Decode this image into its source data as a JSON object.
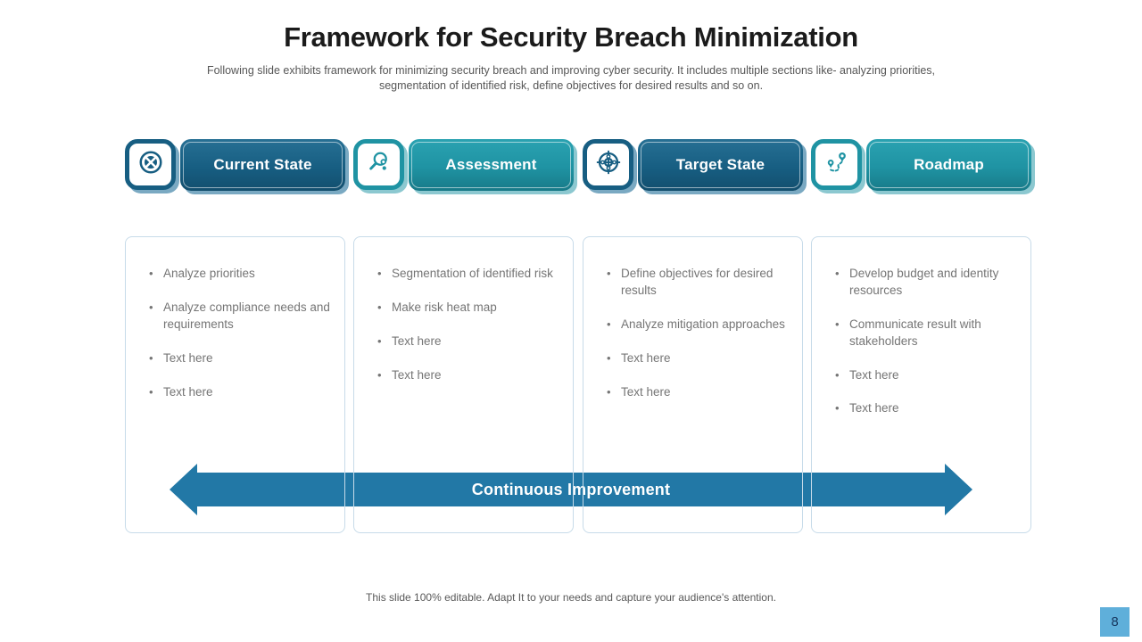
{
  "slide": {
    "title": "Framework for Security Breach Minimization",
    "subtitle": "Following slide exhibits framework for minimizing security breach and improving cyber security. It includes multiple sections like- analyzing priorities, segmentation of identified risk, define objectives for desired results and so on.",
    "arrow_label": "Continuous Improvement",
    "footer_note": "This slide 100% editable. Adapt It to your needs and capture your audience's attention.",
    "page_number": "8"
  },
  "columns": [
    {
      "label": "Current State",
      "icon": "target-segments-icon",
      "theme": "dark",
      "bullets": [
        "Analyze priorities",
        "Analyze compliance needs and requirements",
        "Text here",
        "Text here"
      ]
    },
    {
      "label": "Assessment",
      "icon": "magnifier-analysis-icon",
      "theme": "teal",
      "bullets": [
        "Segmentation of identified risk",
        "Make risk heat map",
        "Text here",
        "Text here"
      ]
    },
    {
      "label": "Target State",
      "icon": "crosshair-compass-icon",
      "theme": "dark",
      "bullets": [
        "Define objectives for desired results",
        "Analyze mitigation approaches",
        "Text here",
        "Text here"
      ]
    },
    {
      "label": "Roadmap",
      "icon": "route-pins-icon",
      "theme": "teal",
      "bullets": [
        "Develop budget and identity resources",
        "Communicate result with stakeholders",
        "Text here",
        "Text here"
      ]
    }
  ],
  "colors": {
    "dark_pill": "#175E82",
    "teal_pill": "#1F93A3",
    "arrow": "#2278A6",
    "card_border": "#C7DBE9",
    "body_text": "#757575",
    "page_badge_bg": "#5FAFDA",
    "page_badge_text": "#17375E"
  }
}
